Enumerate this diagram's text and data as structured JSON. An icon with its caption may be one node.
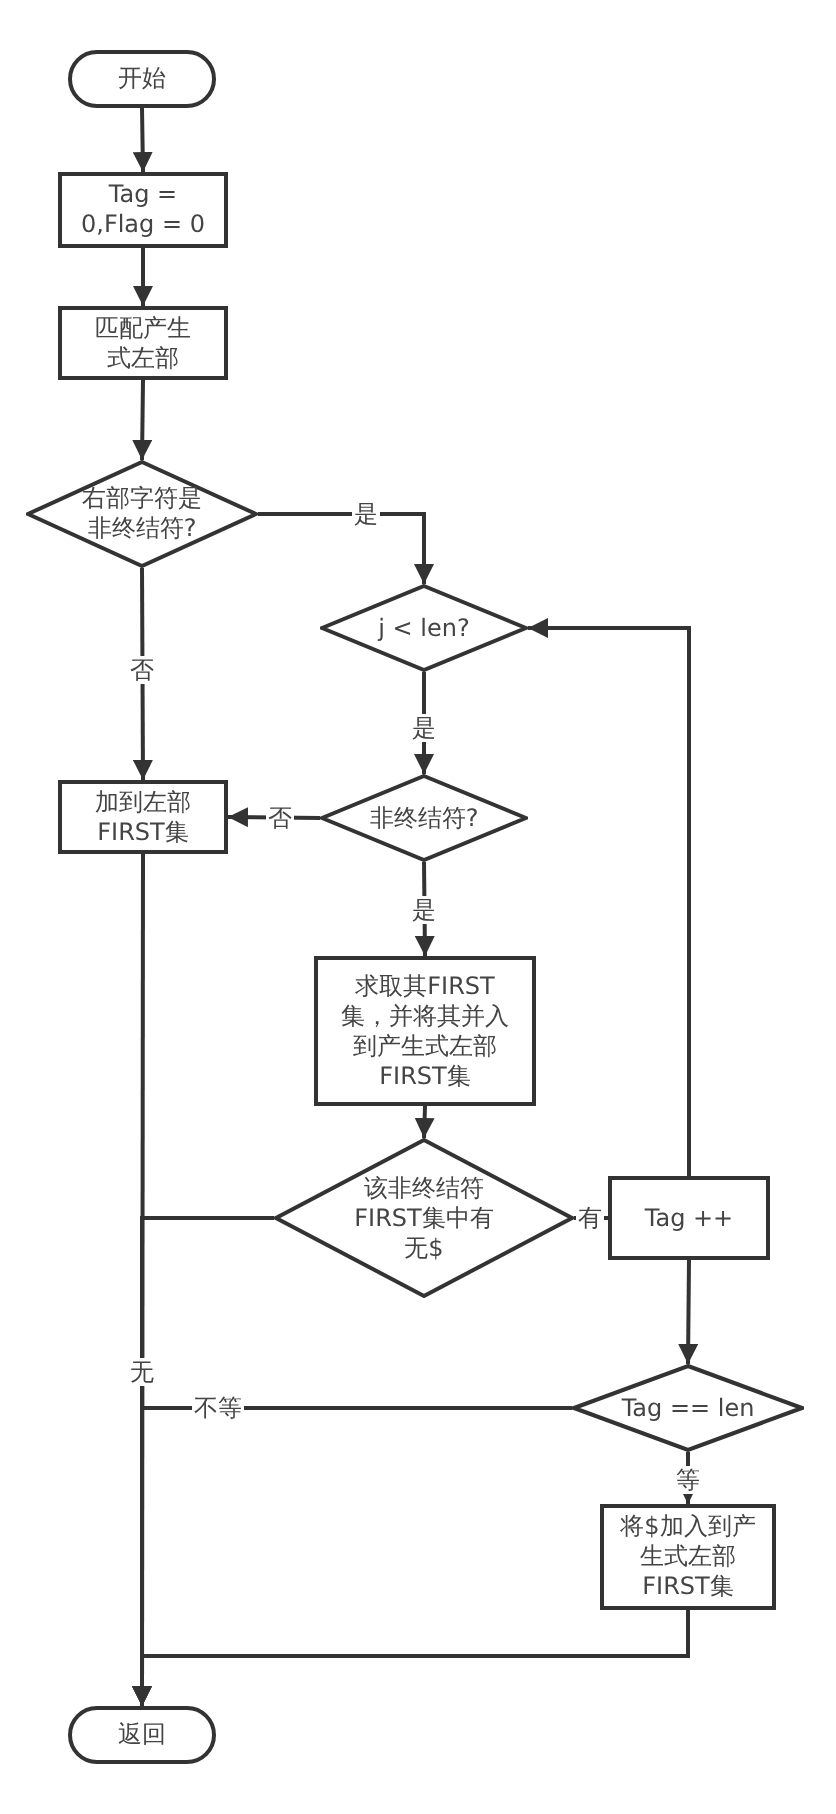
{
  "diagram": {
    "nodes": [
      {
        "text": [
          "开始"
        ]
      },
      {
        "text": [
          "Tag = 0,Flag = 0"
        ]
      },
      {
        "text": [
          "匹配产生式左部"
        ]
      },
      {
        "text": [
          "右部字符是非终结符?"
        ]
      },
      {
        "text": [
          "j < len?"
        ]
      },
      {
        "text": [
          "非终结符?"
        ]
      },
      {
        "text": [
          "加到左部FIRST集"
        ]
      },
      {
        "text": [
          "求取其FIRST集，并将其并入到产生式左部FIRST集"
        ]
      },
      {
        "text": [
          "该非终结符FIRST集中有无$"
        ]
      },
      {
        "text": [
          "Tag ++"
        ]
      },
      {
        "text": [
          "Tag == len"
        ]
      },
      {
        "text": [
          "将$加入到产生式左部FIRST集"
        ]
      },
      {
        "text": [
          "返回"
        ]
      }
    ],
    "edges": [
      {
        "from": 0,
        "to": 1,
        "arrow": "to"
      },
      {
        "from": 1,
        "to": 2,
        "arrow": "to"
      },
      {
        "from": 2,
        "to": 3,
        "arrow": "to"
      },
      {
        "from": 3,
        "to": 4,
        "arrow": "to",
        "label": "是"
      },
      {
        "from": 3,
        "to": 6,
        "arrow": "to",
        "label": "否"
      },
      {
        "from": 4,
        "to": 5,
        "arrow": "to",
        "label": "是"
      },
      {
        "from": 5,
        "to": 6,
        "arrow": "to",
        "label": "否"
      },
      {
        "from": 5,
        "to": 7,
        "arrow": "to",
        "label": "是"
      },
      {
        "from": 7,
        "to": 8,
        "arrow": "to"
      },
      {
        "from": 8,
        "to": 9,
        "arrow": "to",
        "label": "有"
      },
      {
        "from": 9,
        "to": 4,
        "arrow": "to"
      },
      {
        "from": 9,
        "to": 10,
        "arrow": "to"
      },
      {
        "from": 8,
        "to": 12,
        "arrow": "to",
        "label": "无"
      },
      {
        "from": 10,
        "to": 12,
        "arrow": "to",
        "label": "不等"
      },
      {
        "from": 10,
        "to": 11,
        "arrow": "to",
        "label": "等"
      },
      {
        "from": 11,
        "to": 12,
        "arrow": "to"
      },
      {
        "from": 6,
        "to": 12,
        "arrow": "to"
      }
    ]
  }
}
